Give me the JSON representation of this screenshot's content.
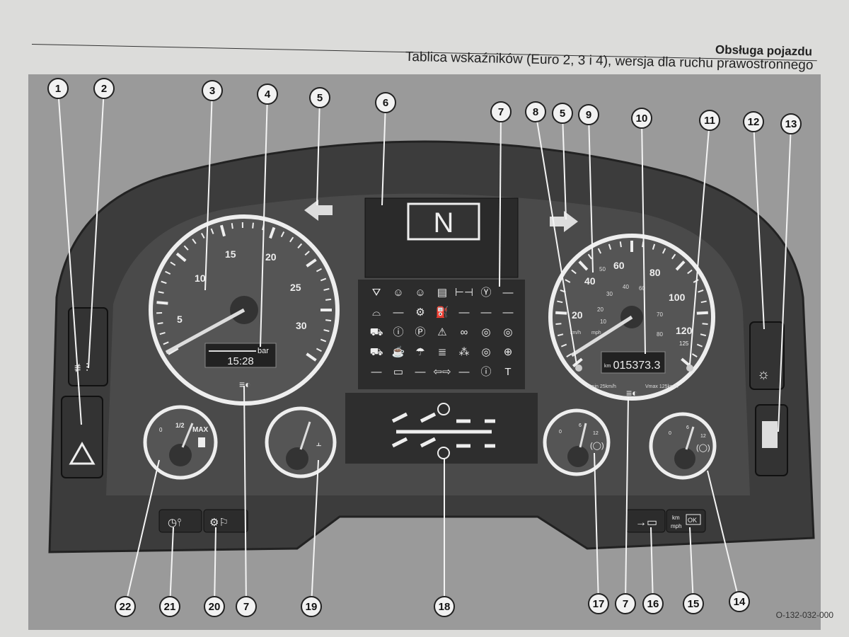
{
  "header": {
    "section": "Obsługa pojazdu",
    "title": "Tablica wskaźników (Euro 2, 3 i 4), wersja dla ruchu prawostronnego"
  },
  "figure_code": "O-132-032-000",
  "callouts_top": [
    "1",
    "2",
    "3",
    "4",
    "5",
    "6",
    "7",
    "8",
    "5",
    "9",
    "10",
    "11",
    "12",
    "13"
  ],
  "callouts_bottom": [
    "22",
    "21",
    "20",
    "7",
    "19",
    "18",
    "17",
    "7",
    "16",
    "15",
    "14"
  ],
  "gear_display": "N",
  "tachometer": {
    "ticks": [
      "5",
      "10",
      "15",
      "20",
      "25",
      "30"
    ],
    "unit": "bar",
    "clock": "15:28"
  },
  "speedometer": {
    "kmh_ticks": [
      "20",
      "40",
      "60",
      "80",
      "100",
      "120"
    ],
    "mph_ticks": [
      "10",
      "20",
      "30",
      "40",
      "50",
      "60",
      "70",
      "80"
    ],
    "max_mph": "125",
    "kmh_unit": "km/h",
    "mph_unit": "mph",
    "odometer": "015373.3",
    "odo_unit": "km",
    "vmin": "Vmin 25km/h",
    "vmax": "Vmax 125km/h"
  },
  "fuel_gauge": {
    "ticks": [
      "0",
      "1/2",
      "MAX"
    ]
  },
  "air_gauge_left": {
    "ticks": [
      "0",
      "6",
      "12"
    ]
  },
  "air_gauge_right": {
    "ticks": [
      "0",
      "6",
      "12"
    ]
  },
  "buttons": {
    "km_label": "km",
    "mph_label": "mph",
    "ok_label": "OK"
  },
  "colors": {
    "panel": "#3a3a3a",
    "ring": "#e8e8e8",
    "paper": "#dcdcda"
  }
}
